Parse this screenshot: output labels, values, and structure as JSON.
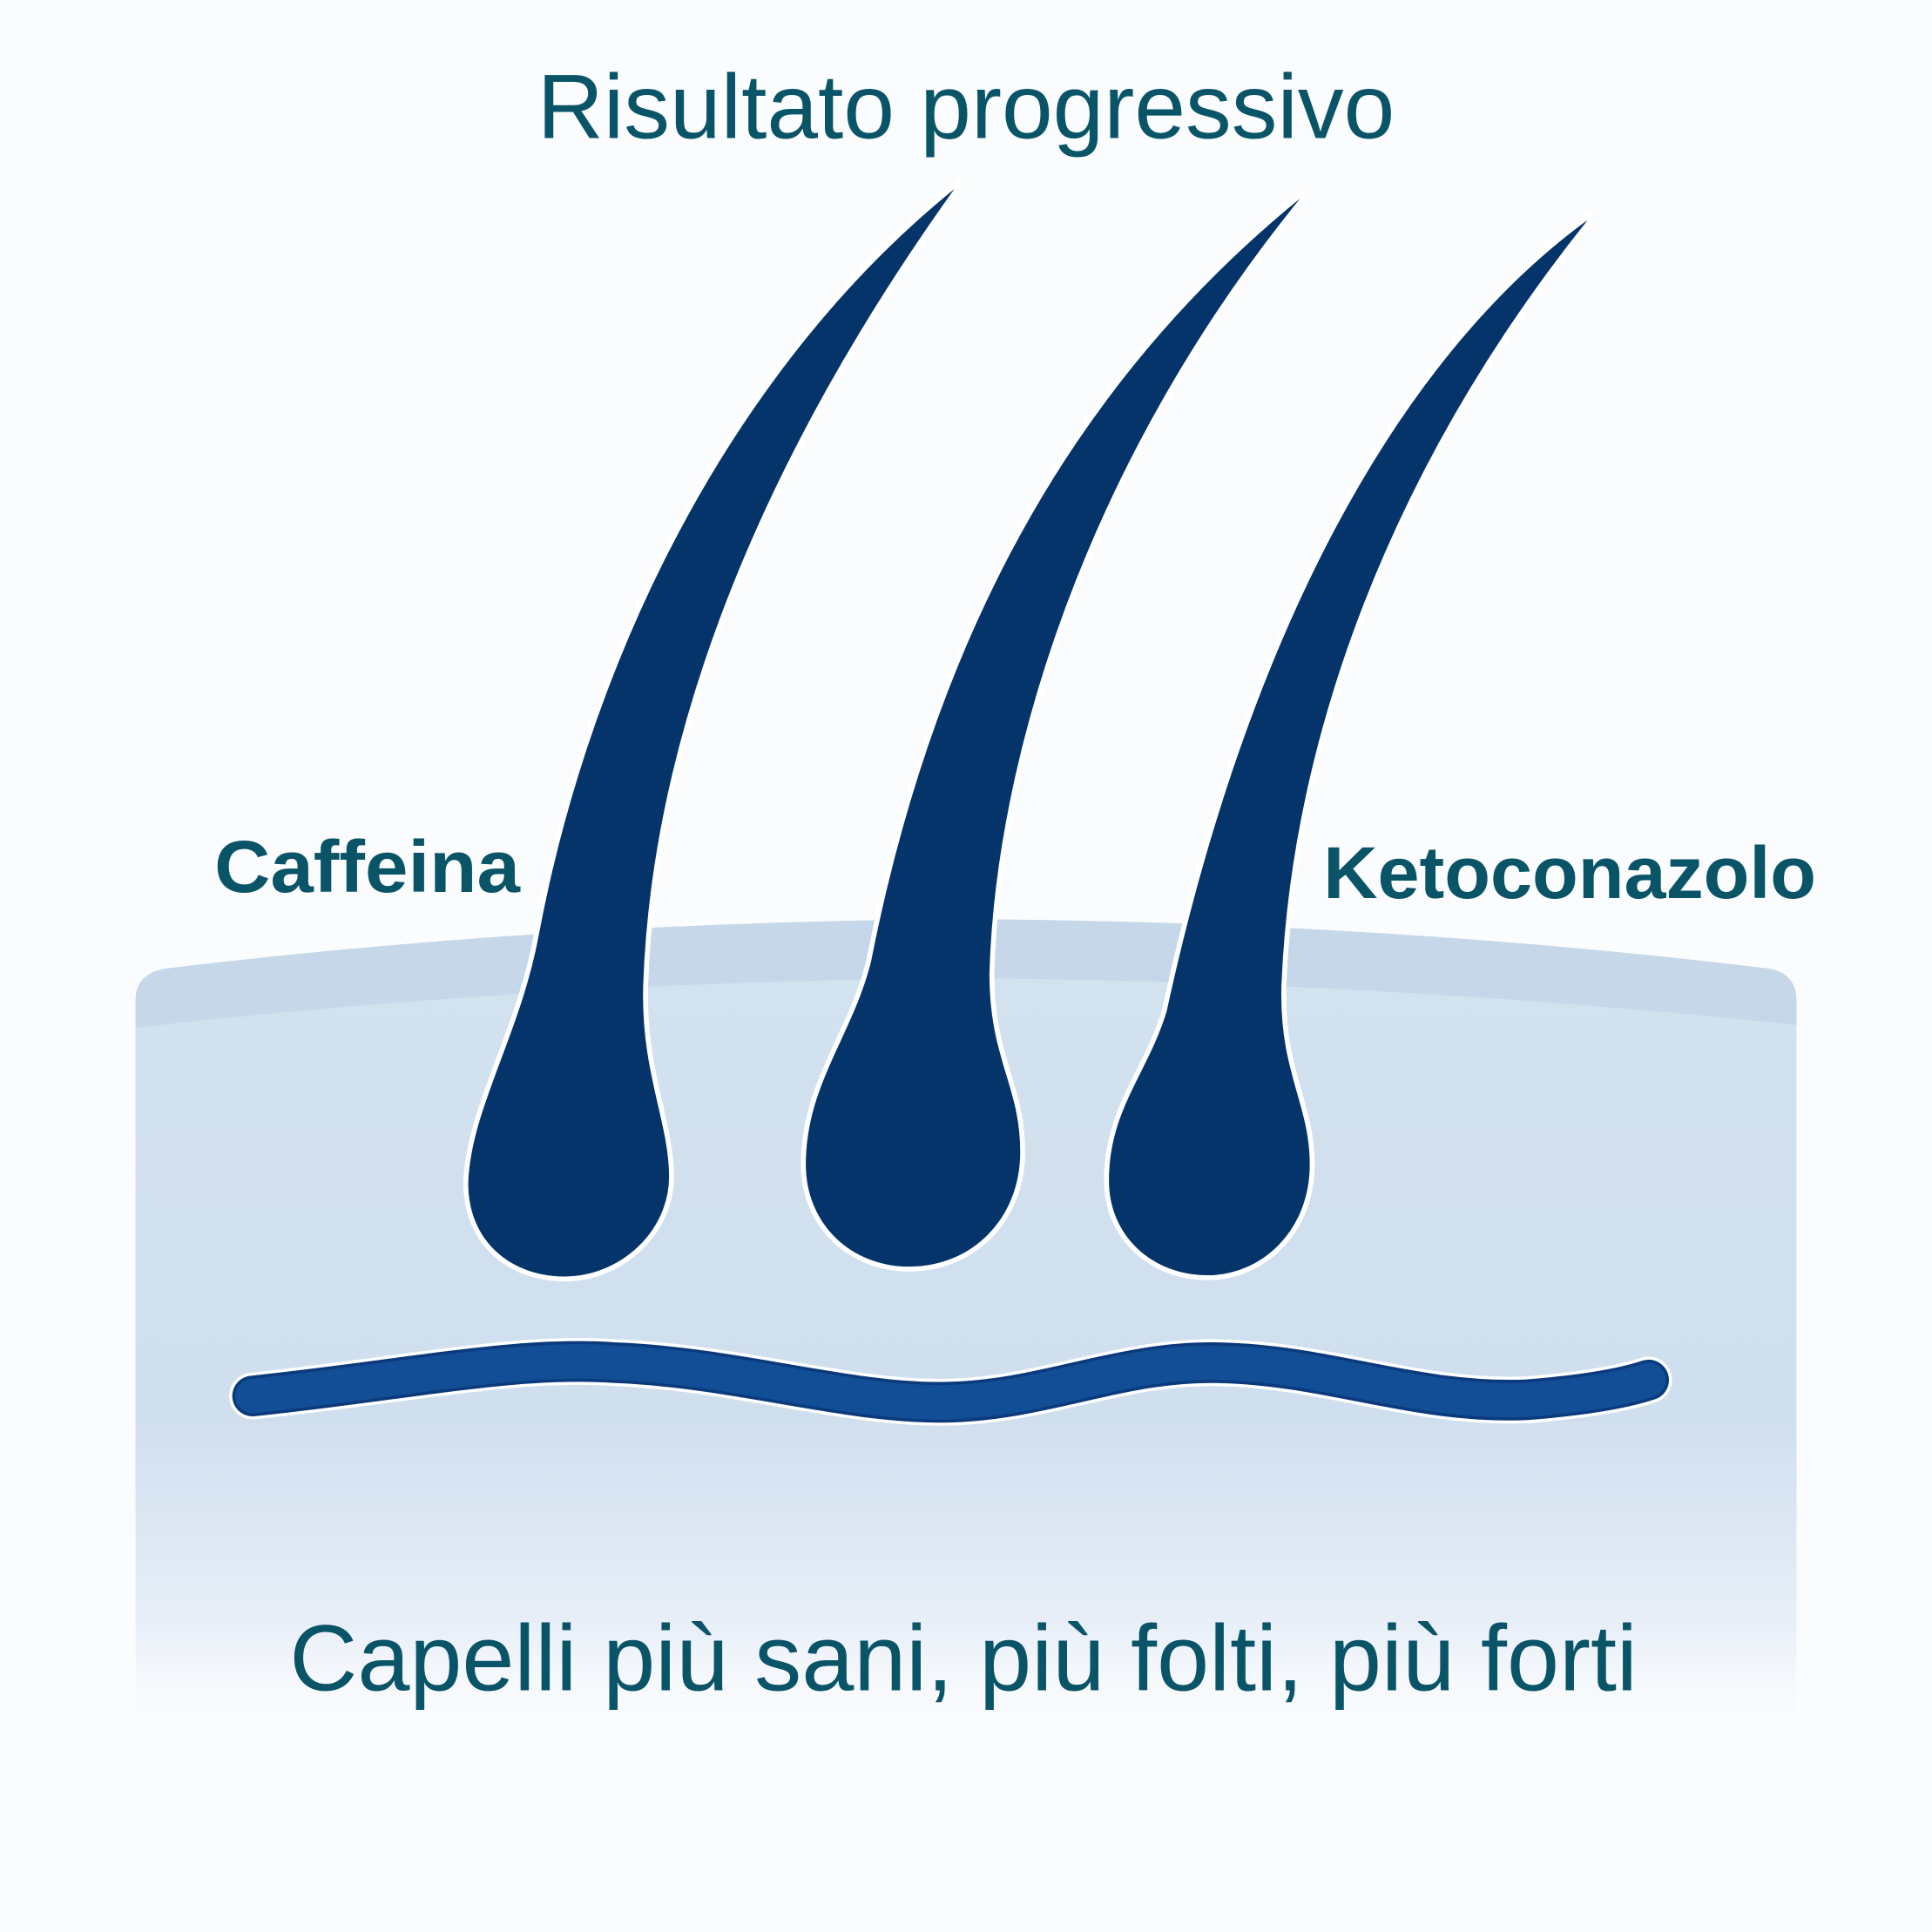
{
  "title": "Risultato progressivo",
  "labels": {
    "left": "Caffeina",
    "right": "Ketoconazolo"
  },
  "caption": "Capelli più sani, più folti, più forti",
  "colors": {
    "text": "#0a5468",
    "hair": "#04346a",
    "skin": "#d5e3f0",
    "skin_band": "#c5d7e8",
    "vessel": "#124e96",
    "background": "#fbfcfe"
  }
}
